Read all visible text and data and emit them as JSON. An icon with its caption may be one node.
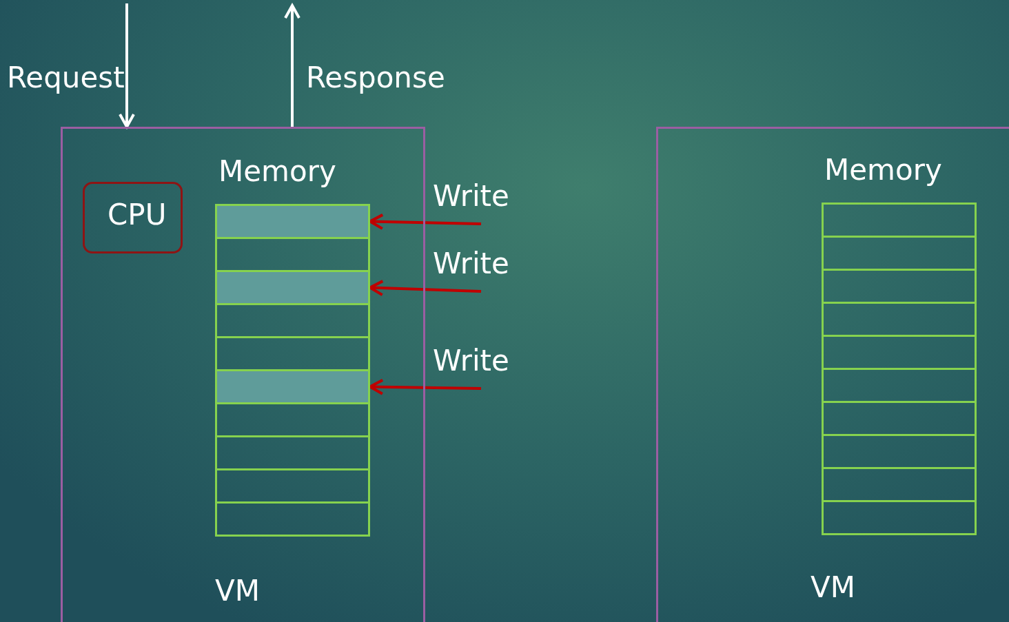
{
  "diagram": {
    "nodes": [
      {
        "text": [
          "VM"
        ]
      },
      {
        "text": [
          "CPU"
        ],
        "in": 0
      },
      {
        "text": [
          "Memory"
        ],
        "in": 0
      },
      {
        "text": [],
        "shape": "box",
        "in": 2
      },
      {
        "text": [],
        "shape": "box",
        "in": 2
      },
      {
        "text": [],
        "shape": "box",
        "in": 2
      },
      {
        "text": [],
        "shape": "box",
        "in": 2
      },
      {
        "text": [],
        "shape": "box",
        "in": 2
      },
      {
        "text": [],
        "shape": "box",
        "in": 2
      },
      {
        "text": [],
        "shape": "box",
        "in": 2
      },
      {
        "text": [],
        "shape": "box",
        "in": 2
      },
      {
        "text": [],
        "shape": "box",
        "in": 2
      },
      {
        "text": [],
        "shape": "box",
        "in": 2
      },
      {
        "text": [
          "Write"
        ]
      },
      {
        "text": [
          "Write"
        ]
      },
      {
        "text": [
          "Write"
        ]
      },
      {
        "text": [
          "VM"
        ]
      },
      {
        "text": [
          "Memory"
        ],
        "in": 16
      },
      {
        "text": [],
        "shape": "box",
        "in": 17
      },
      {
        "text": [],
        "shape": "box",
        "in": 17
      },
      {
        "text": [],
        "shape": "box",
        "in": 17
      },
      {
        "text": [],
        "shape": "box",
        "in": 17
      },
      {
        "text": [],
        "shape": "box",
        "in": 17
      },
      {
        "text": [],
        "shape": "box",
        "in": 17
      },
      {
        "text": [],
        "shape": "box",
        "in": 17
      },
      {
        "text": [],
        "shape": "box",
        "in": 17
      },
      {
        "text": [],
        "shape": "box",
        "in": 17
      },
      {
        "text": [],
        "shape": "box",
        "in": 17
      }
    ],
    "edges": [
      {
        "from": null,
        "to": 0,
        "arrow": "to",
        "label": "Request",
        "color": "#ffffff"
      },
      {
        "from": 0,
        "to": null,
        "arrow": "to",
        "label": "Response",
        "color": "#ffffff"
      },
      {
        "from": 13,
        "to": 3,
        "arrow": "to"
      },
      {
        "from": 14,
        "to": 5,
        "arrow": "to"
      },
      {
        "from": 15,
        "to": 8,
        "arrow": "to"
      }
    ]
  }
}
